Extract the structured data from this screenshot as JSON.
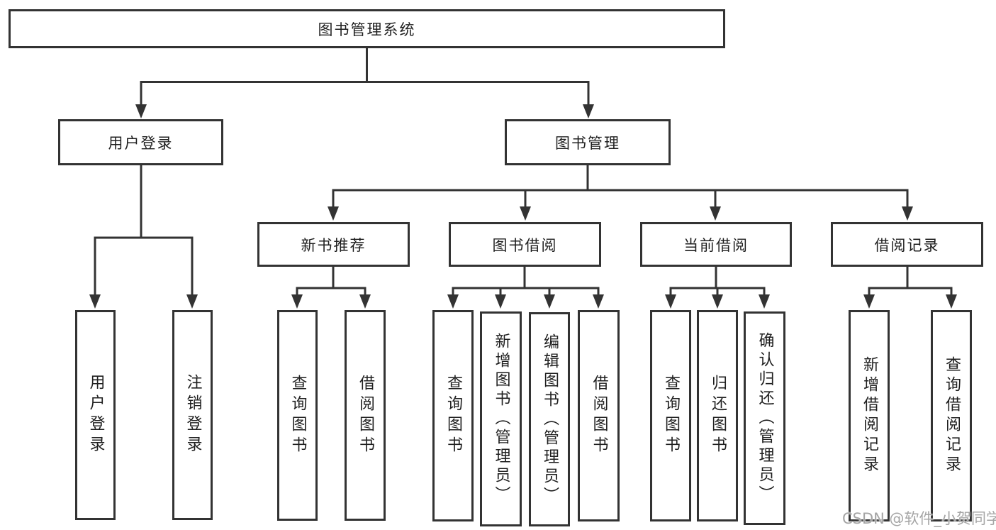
{
  "diagram": {
    "root": {
      "label": "图书管理系统"
    },
    "branches": [
      {
        "label": "用户登录",
        "children": [
          {
            "label": "用户登录"
          },
          {
            "label": "注销登录"
          }
        ]
      },
      {
        "label": "图书管理",
        "children": [
          {
            "label": "新书推荐",
            "children": [
              {
                "label": "查询图书"
              },
              {
                "label": "借阅图书"
              }
            ]
          },
          {
            "label": "图书借阅",
            "children": [
              {
                "label": "查询图书"
              },
              {
                "label": "新增图书（管理员）"
              },
              {
                "label": "编辑图书（管理员）"
              },
              {
                "label": "借阅图书"
              }
            ]
          },
          {
            "label": "当前借阅",
            "children": [
              {
                "label": "查询图书"
              },
              {
                "label": "归还图书"
              },
              {
                "label": "确认归还（管理员）"
              }
            ]
          },
          {
            "label": "借阅记录",
            "children": [
              {
                "label": "新增借阅记录"
              },
              {
                "label": "查询借阅记录"
              }
            ]
          }
        ]
      }
    ]
  },
  "watermark": {
    "text": "CSDN @软件_小贺同学",
    "color": "#a5a5a5"
  },
  "colors": {
    "line": "#333333",
    "box_border": "#333333",
    "box_fill": "#ffffff",
    "text": "#1f1f1f",
    "background": "#ffffff"
  }
}
